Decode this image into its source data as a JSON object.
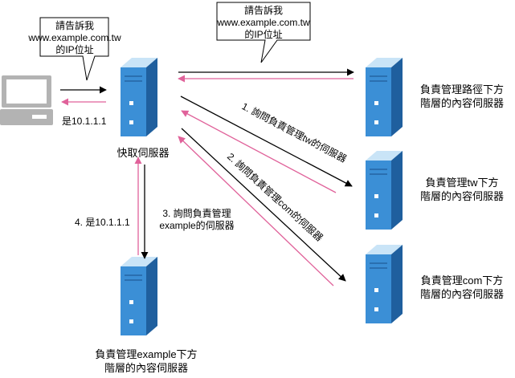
{
  "colors": {
    "query": "#000000",
    "response": "#e0629a",
    "server_front": "#3b8fd6",
    "server_side": "#1f5f9e",
    "server_top": "#c9e4f7",
    "laptop": "#b3b3b3"
  },
  "nodes": {
    "client": {
      "icon": "laptop-icon",
      "label": "是10.1.1.1"
    },
    "cache": {
      "icon": "server-icon",
      "label": "快取伺服器"
    },
    "root": {
      "icon": "server-icon",
      "label_lines": [
        "負責管理路徑下方",
        "階層的內容伺服器"
      ]
    },
    "tw": {
      "icon": "server-icon",
      "label_lines": [
        "負責管理tw下方",
        "階層的內容伺服器"
      ]
    },
    "com": {
      "icon": "server-icon",
      "label_lines": [
        "負責管理com下方",
        "階層的內容伺服器"
      ]
    },
    "example": {
      "icon": "server-icon",
      "label_lines": [
        "負責管理example下方",
        "階層的內容伺服器"
      ]
    }
  },
  "callouts": {
    "client_request": [
      "請告訴我",
      "www.example.com.tw",
      "的IP位址"
    ],
    "cache_request": [
      "請告訴我",
      "www.example.com.tw",
      "的IP位址"
    ]
  },
  "edge_labels": {
    "ask_tw": "1. 詢問負責管理tw的伺服器",
    "ask_com": "2. 詢問負責管理com的伺服器",
    "ask_example": [
      "3. 詢問負責管理",
      "example的伺服器"
    ],
    "reply_ip": "4. 是10.1.1.1"
  }
}
